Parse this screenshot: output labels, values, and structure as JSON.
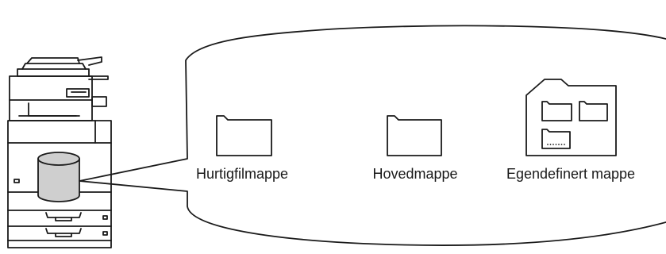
{
  "folders": {
    "quick_file": "Hurtigfilmappe",
    "main": "Hovedmappe",
    "custom": "Egendefinert mappe"
  },
  "icons": {
    "device": "multifunction-printer-icon",
    "storage": "hard-disk-icon",
    "folder": "folder-icon",
    "custom_folder": "folder-with-subfolders-icon"
  },
  "colors": {
    "stroke": "#1a1a1a",
    "disk_fill": "#cfcfcf",
    "background": "#ffffff"
  }
}
